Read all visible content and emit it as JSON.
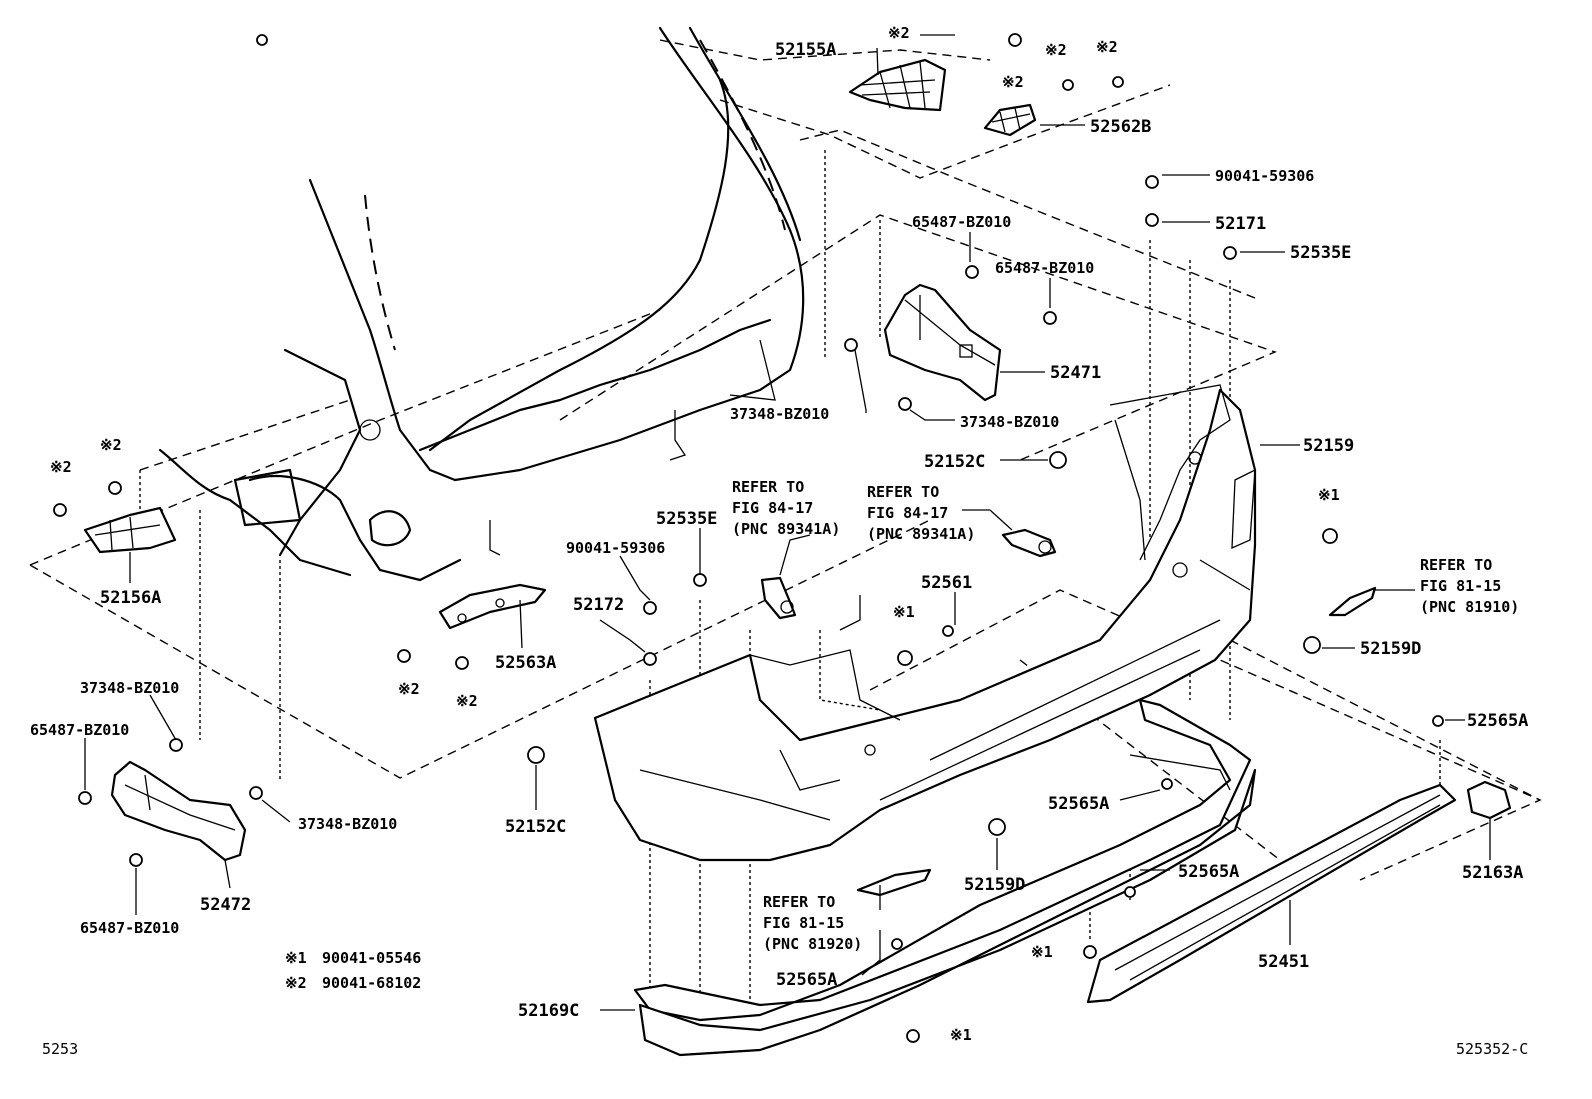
{
  "parts": {
    "p52155A": "52155A",
    "p52562B": "52562B",
    "p90041_59306_r": "90041-59306",
    "p52171": "52171",
    "p52535E_r": "52535E",
    "p65487_a": "65487-BZ010",
    "p65487_b": "65487-BZ010",
    "p52471": "52471",
    "p37348_a": "37348-BZ010",
    "p37348_b": "37348-BZ010",
    "p52152C_top": "52152C",
    "p52159": "52159",
    "p52159D_r": "52159D",
    "p52156A": "52156A",
    "p52563A": "52563A",
    "p52535E_c": "52535E",
    "p90041_59306_c": "90041-59306",
    "p52172": "52172",
    "p52561": "52561",
    "p37348_c": "37348-BZ010",
    "p65487_c": "65487-BZ010",
    "p37348_d": "37348-BZ010",
    "p52472": "52472",
    "p65487_d": "65487-BZ010",
    "p52152C_bot": "52152C",
    "p52159D_c": "52159D",
    "p52565A_1": "52565A",
    "p52565A_2": "52565A",
    "p52565A_3": "52565A",
    "p52565A_4": "52565A",
    "p52163A": "52163A",
    "p52451": "52451",
    "p52169C": "52169C"
  },
  "marks": {
    "m2_a": "※2",
    "m2_b": "※2",
    "m2_c": "※2",
    "m2_d": "※2",
    "m2_e": "※2",
    "m2_f": "※2",
    "m2_g": "※2",
    "m2_h": "※2",
    "m1_a": "※1",
    "m1_b": "※1",
    "m1_c": "※1",
    "m1_d": "※1"
  },
  "refs": {
    "r1": [
      "REFER TO",
      "FIG 84-17",
      "(PNC 89341A)"
    ],
    "r2": [
      "REFER TO",
      "FIG 84-17",
      "(PNC 89341A)"
    ],
    "r3": [
      "REFER TO",
      "FIG 81-15",
      "(PNC 81910)"
    ],
    "r4": [
      "REFER TO",
      "FIG 81-15",
      "(PNC 81920)"
    ]
  },
  "legend": {
    "k1": "※1",
    "v1": "90041-05546",
    "k2": "※2",
    "v2": "90041-68102"
  },
  "footer": {
    "left_code": "5253",
    "right_code": "525352-C"
  }
}
